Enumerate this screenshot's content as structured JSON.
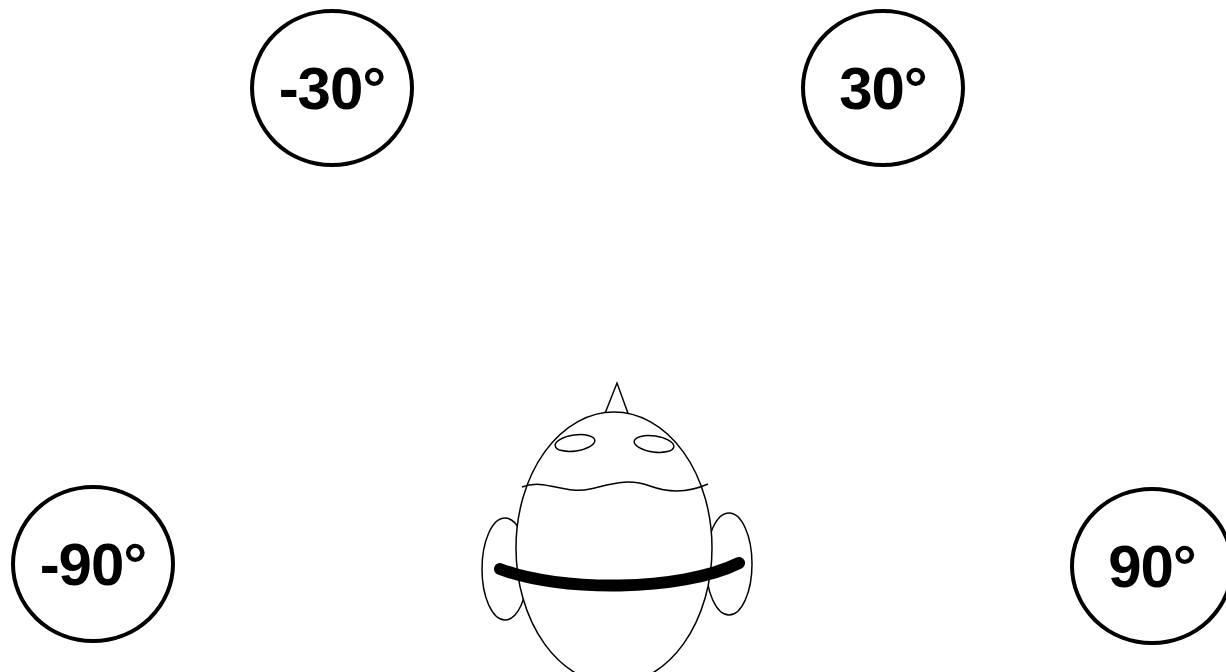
{
  "diagram": {
    "nodes": [
      {
        "text": [
          "-30°"
        ]
      },
      {
        "text": [
          "30°"
        ]
      },
      {
        "text": [
          "-90°"
        ]
      },
      {
        "text": [
          "90°"
        ]
      }
    ]
  }
}
